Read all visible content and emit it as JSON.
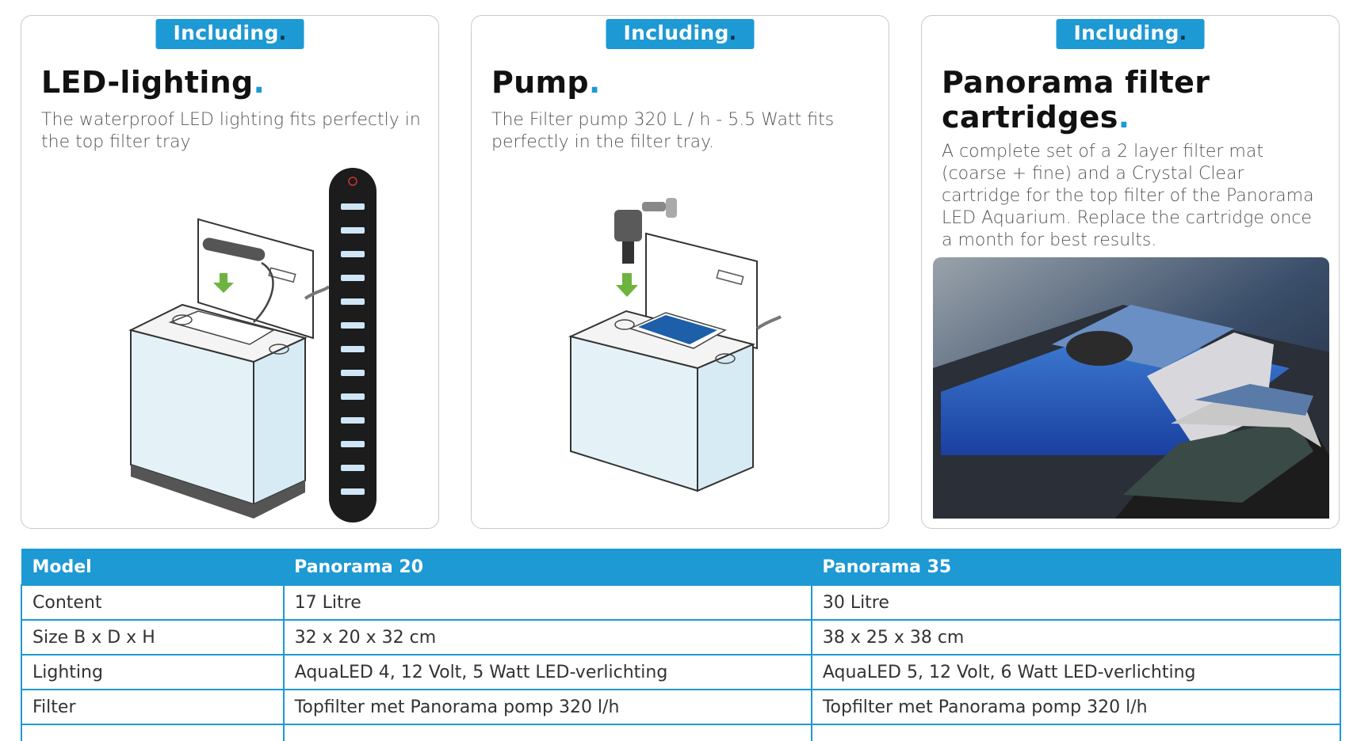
{
  "cards": [
    {
      "badge": "Including",
      "badge_dot": ".",
      "title": "LED-lighting",
      "title_dot": ".",
      "description": "The waterproof LED lighting fits perfectly in the top filter tray"
    },
    {
      "badge": "Including",
      "badge_dot": ".",
      "title": "Pump",
      "title_dot": ".",
      "description": "The Filter pump 320 L / h - 5.5 Watt fits perfectly in the filter tray."
    },
    {
      "badge": "Including",
      "badge_dot": ".",
      "title_line1": "Panorama filter",
      "title_line2": "cartridges",
      "title_dot": ".",
      "description": "A complete set of a 2 layer filter mat (coarse + fine) and a Crystal Clear cartridge for the top filter of the Panorama LED Aquarium. Replace the cartridge once a month for best results."
    }
  ],
  "table": {
    "headers": [
      "Model",
      "Panorama 20",
      "Panorama 35"
    ],
    "rows": [
      [
        "Content",
        "17 Litre",
        "30 Litre"
      ],
      [
        "Size B x D x H",
        "32 x 20 x 32 cm",
        "38 x 25 x 38 cm"
      ],
      [
        "Lighting",
        "AquaLED 4, 12 Volt, 5 Watt LED-verlichting",
        "AquaLED 5, 12 Volt, 6 Watt LED-verlichting"
      ],
      [
        "Filter",
        "Topfilter met Panorama pomp 320 l/h",
        "Topfilter met Panorama pomp 320 l/h"
      ]
    ]
  },
  "colors": {
    "accent": "#1d99d4",
    "badge_dot": "#0a2d4a",
    "card_border": "#c9c9c9"
  }
}
